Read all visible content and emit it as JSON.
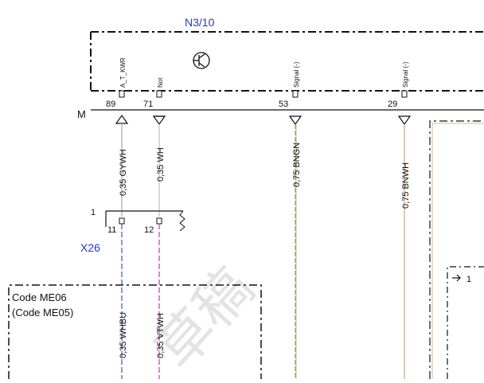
{
  "module": {
    "name": "N3/10",
    "ground_label": "M",
    "pins": [
      {
        "number": "89",
        "signal": "A_T_KWR"
      },
      {
        "number": "71",
        "signal": "Not"
      },
      {
        "number": "53",
        "signal": "Signal (-)"
      },
      {
        "number": "29",
        "signal": "Signal (-)"
      }
    ]
  },
  "connector": {
    "name": "X26",
    "index": "1",
    "pins": [
      "11",
      "12"
    ]
  },
  "wires_upper": [
    {
      "label": "0,35 GYWH",
      "color": "#a9a9a9"
    },
    {
      "label": "0,35 WH",
      "color": "#bdbdbd"
    },
    {
      "label": "0,75 BNGN",
      "color": "#4fb84f"
    },
    {
      "label": "0,75 BNWH",
      "color": "#c9a27a"
    }
  ],
  "wires_lower": [
    {
      "label": "0,35 WHBU",
      "color": "#3b4fd6"
    },
    {
      "label": "0,35 VTWH",
      "color": "#c23bb8"
    }
  ],
  "code_box": {
    "line1": "Code ME06",
    "line2": "(Code ME05)"
  },
  "right_box_label": "1",
  "watermark": "草稿"
}
